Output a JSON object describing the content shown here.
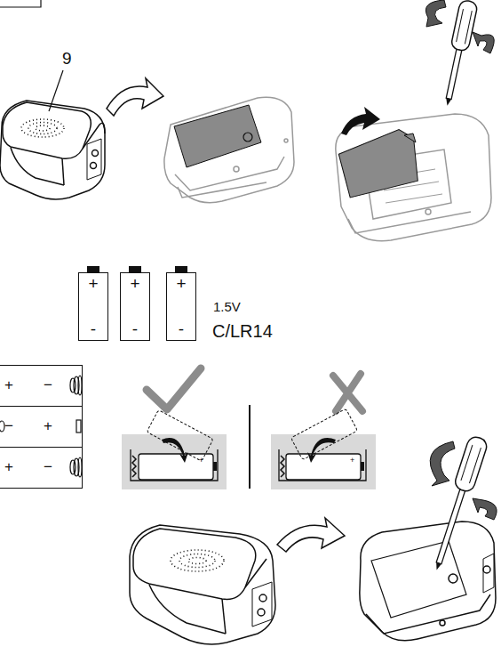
{
  "diagram": {
    "nodes": [
      {
        "text": [
          "+",
          "-"
        ]
      },
      {
        "text": [
          "+",
          "-"
        ]
      },
      {
        "text": [
          "+",
          "-"
        ]
      },
      {
        "text": [
          "+",
          "−"
        ]
      },
      {
        "text": [
          "−",
          "+"
        ]
      },
      {
        "text": [
          "+",
          "−"
        ]
      }
    ],
    "labels": [
      "9",
      "1.5V",
      "C/LR14",
      "+",
      "+"
    ]
  }
}
